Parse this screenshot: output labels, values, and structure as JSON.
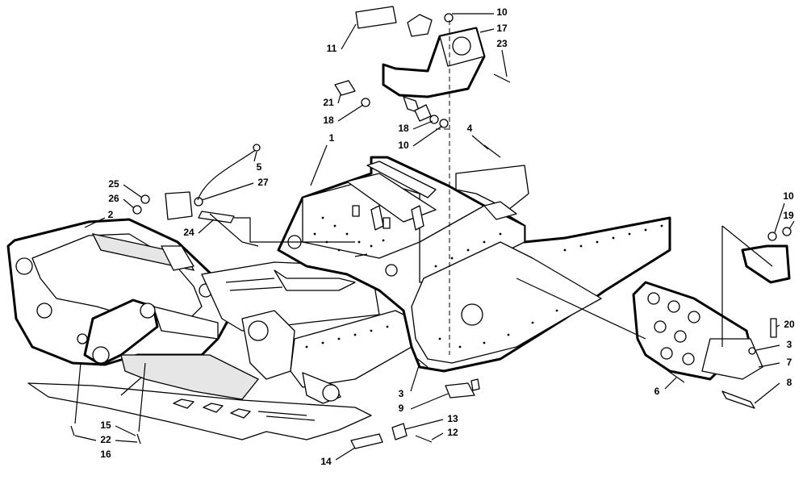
{
  "callouts": {
    "c1": "1",
    "c2": "2",
    "c3a": "3",
    "c3b": "3",
    "c4": "4",
    "c5": "5",
    "c6": "6",
    "c7": "7",
    "c8": "8",
    "c9": "9",
    "c10a": "10",
    "c10b": "10",
    "c10c": "10",
    "c11": "11",
    "c12": "12",
    "c13": "13",
    "c14": "14",
    "c15": "15",
    "c16": "16",
    "c17": "17",
    "c18a": "18",
    "c18b": "18",
    "c19": "19",
    "c20": "20",
    "c21": "21",
    "c22": "22",
    "c23": "23",
    "c24": "24",
    "c25": "25",
    "c26": "26",
    "c27": "27"
  },
  "colors": {
    "line": "#000000",
    "background": "#ffffff",
    "shade": "#e6e6e6"
  }
}
